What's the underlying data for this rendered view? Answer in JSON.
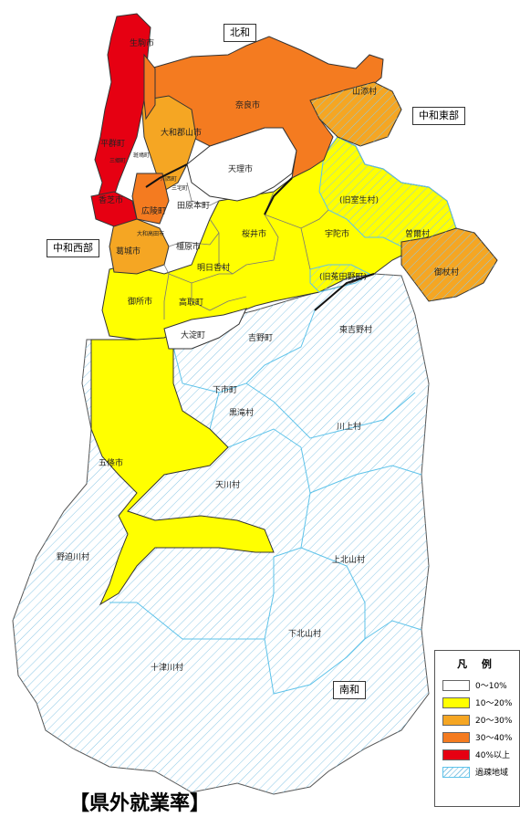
{
  "regions": {
    "hokuwa": "北和",
    "chuwa_east": "中和東部",
    "chuwa_west": "中和西部",
    "nanwa": "南和"
  },
  "municipalities": {
    "ikoma": "生駒市",
    "nara": "奈良市",
    "yamazoe": "山添村",
    "yamatokoriyama": "大和郡山市",
    "heguri": "平群町",
    "sango": "三郷町",
    "ikaruga": "斑鳩町",
    "kashiba": "香芝市",
    "tenri": "天理市",
    "kawanishi": "川西町",
    "miyake": "三宅町",
    "tawaramoto": "田原本町",
    "koryo": "広陵町",
    "sakurai": "桜井市",
    "uda": "宇陀市",
    "former_murou": "(旧室生村)",
    "soni": "曽爾村",
    "mitsue": "御杖村",
    "kashihara": "橿原市",
    "yamatotakada": "大和高田市",
    "katsuragi": "葛城市",
    "asuka": "明日香村",
    "takatori": "高取町",
    "gose": "御所市",
    "former_haibara": "(旧菟田野町)",
    "oyodo": "大淀町",
    "yoshino": "吉野町",
    "higashiyoshino": "東吉野村",
    "shimoichi": "下市町",
    "kurotaki": "黒滝村",
    "kawakami": "川上村",
    "gojo": "五條市",
    "tenkawa": "天川村",
    "nosegawa": "野迫川村",
    "kamikitayama": "上北山村",
    "shimokitayama": "下北山村",
    "totsukawa": "十津川村"
  },
  "legend": {
    "title": "凡 例",
    "items": [
      {
        "label": "0〜10%",
        "color": "#ffffff"
      },
      {
        "label": "10〜20%",
        "color": "#ffff00"
      },
      {
        "label": "20〜30%",
        "color": "#f5a623"
      },
      {
        "label": "30〜40%",
        "color": "#f47b20"
      },
      {
        "label": "40%以上",
        "color": "#e60012"
      },
      {
        "label": "過疎地域",
        "color": "#cfe9f5"
      }
    ]
  },
  "caption": "【県外就業率】"
}
